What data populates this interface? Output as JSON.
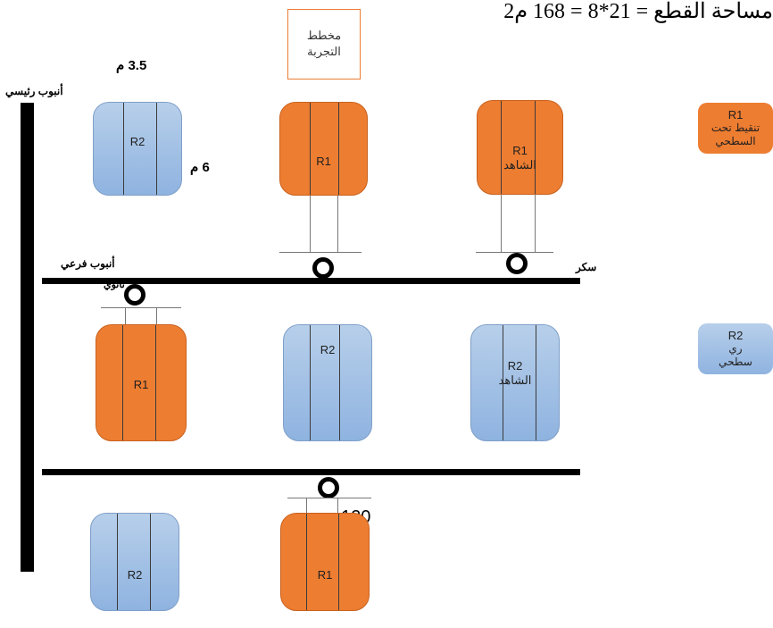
{
  "header": {
    "formula": "مساحة القطع = 21*8 = 168 م2",
    "layout_box": "مخطط التجربة"
  },
  "dimensions": {
    "width": "3.5 م",
    "length": "6 م"
  },
  "pipes": {
    "main_pipe": "أنبوب رئيسي",
    "branch_pipe": "أنبوب فرعي",
    "valve_label": "سكر",
    "branch_label_fragment": "ثانوي",
    "obscured_text": "120"
  },
  "plots": [
    {
      "label": "R2",
      "sub": ""
    },
    {
      "label": "R1",
      "sub": ""
    },
    {
      "label": "R1",
      "sub": "الشاهد"
    },
    {
      "label": "R1",
      "sub": ""
    },
    {
      "label": "R2",
      "sub": ""
    },
    {
      "label": "R2",
      "sub": "الشاهد"
    },
    {
      "label": "R2",
      "sub": ""
    },
    {
      "label": "R1",
      "sub": ""
    }
  ],
  "legend": [
    {
      "code": "R1",
      "desc": "تنقيط تحت السطحي",
      "color": "#ed7d31"
    },
    {
      "code": "R2",
      "desc": "ري سطحي",
      "color": "#9fbfe5"
    }
  ]
}
